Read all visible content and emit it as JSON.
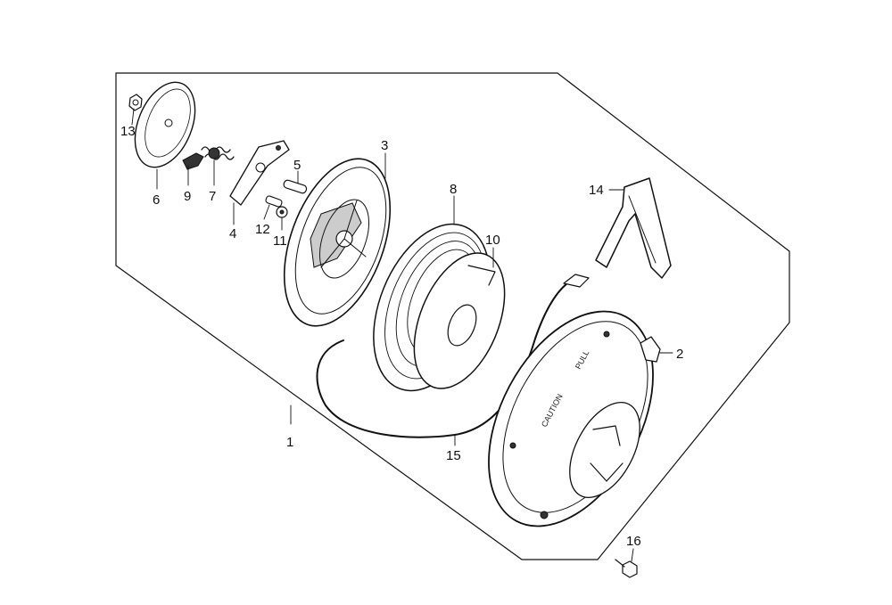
{
  "parts": {
    "p1": "1",
    "p2": "2",
    "p3": "3",
    "p4": "4",
    "p5": "5",
    "p6": "6",
    "p7": "7",
    "p8": "8",
    "p9": "9",
    "p10": "10",
    "p11": "11",
    "p12": "12",
    "p13": "13",
    "p14": "14",
    "p15": "15",
    "p16": "16"
  },
  "decals": {
    "pull_warning": "PULL",
    "caution": "CAUTION"
  }
}
